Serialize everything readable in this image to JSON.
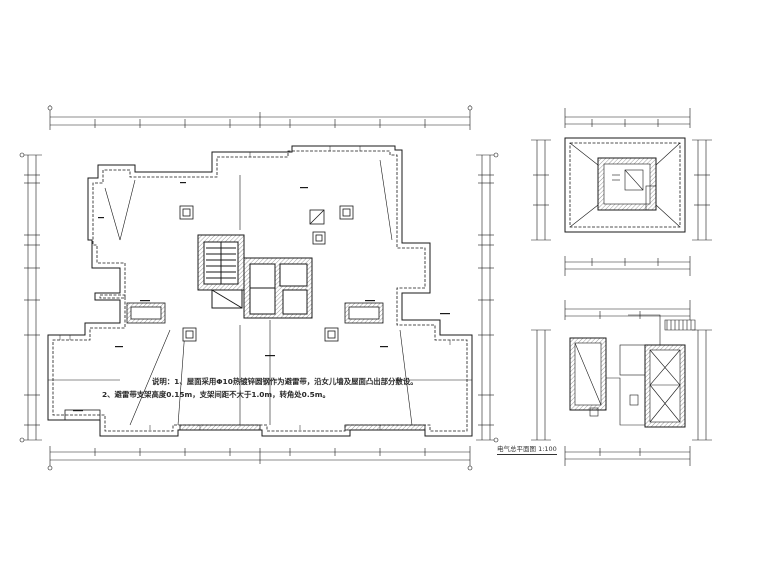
{
  "drawing": {
    "note_lines": [
      "说明：1、屋面采用Φ10热镀锌圆钢作为避雷带，沿女儿墙及屋面凸出部分敷设。",
      "2、避雷带支架高度0.15m，支架间距不大于1.0m，转角处0.5m。"
    ],
    "plan_caption": "电气总平面图  1:100",
    "colors": {
      "ink": "#1a1a1a",
      "hatch": "#555555",
      "background": "#ffffff"
    }
  }
}
